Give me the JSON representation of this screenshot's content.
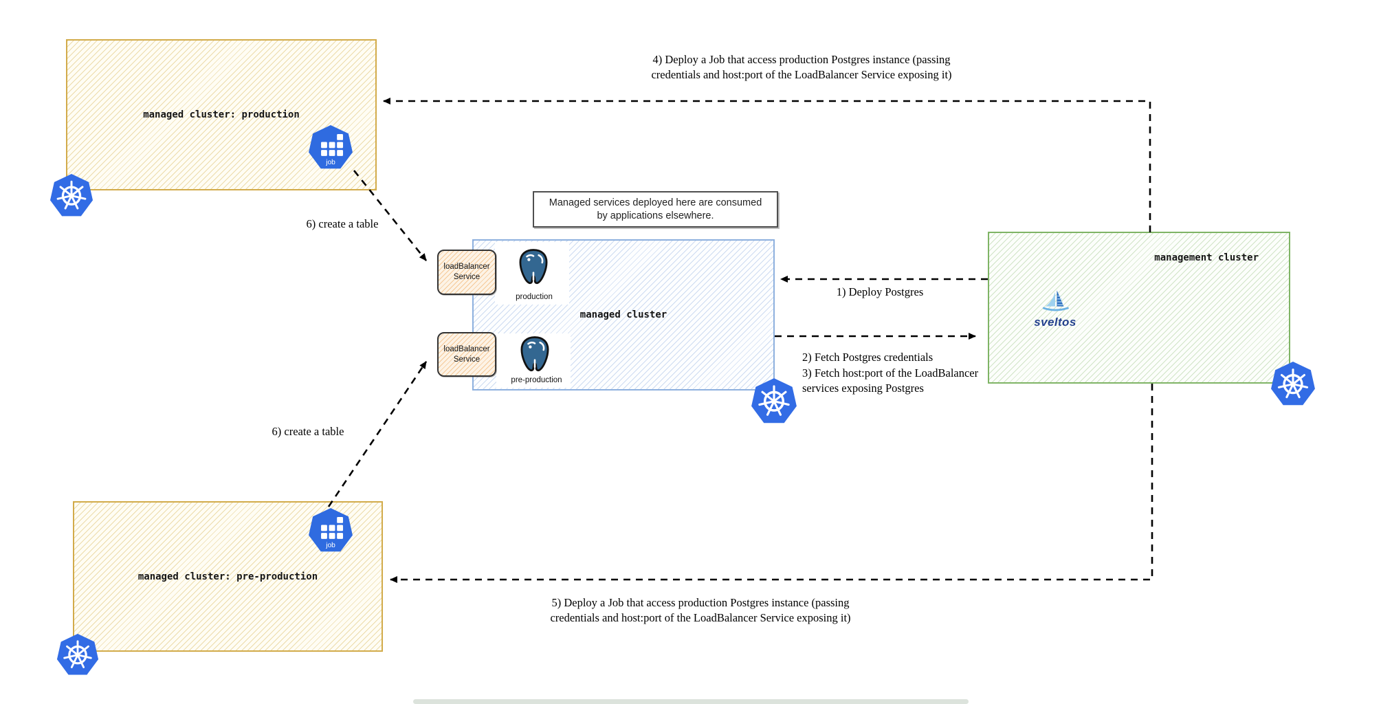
{
  "diagram": {
    "clusters": {
      "production": {
        "title": "managed cluster: production"
      },
      "pre_production": {
        "title": "managed cluster: pre-production"
      },
      "managed": {
        "title": "managed cluster"
      },
      "management": {
        "title": "management cluster"
      }
    },
    "note": {
      "line1": "Managed services deployed here are consumed",
      "line2": "by applications elsewhere."
    },
    "postgres_instances": [
      {
        "label": "production"
      },
      {
        "label": "pre-production"
      }
    ],
    "load_balancers": [
      {
        "line1": "loadBalancer",
        "line2": "Service"
      },
      {
        "line1": "loadBalancer",
        "line2": "Service"
      }
    ],
    "job_icons": [
      {
        "label": "job"
      },
      {
        "label": "job"
      }
    ],
    "sveltos": {
      "label": "sveltos"
    },
    "steps": {
      "step1": "1) Deploy Postgres",
      "step2": "2) Fetch Postgres credentials",
      "step3_line1": "3) Fetch host:port of the LoadBalancer",
      "step3_line2": "services exposing Postgres",
      "step4_line1": "4) Deploy a Job that access production Postgres instance (passing",
      "step4_line2": "credentials and host:port of the LoadBalancer Service exposing it)",
      "step5_line1": "5) Deploy a Job that access production Postgres instance (passing",
      "step5_line2": "credentials and host:port of the LoadBalancer Service exposing it)",
      "step6_top": "6) create a table",
      "step6_bottom": "6) create a table"
    },
    "colors": {
      "k8s_blue": "#326ce5",
      "job_blue": "#2f6be0",
      "postgres_blue": "#336791",
      "yellow_border": "#d2ab4a",
      "blue_border": "#8db0de",
      "green_border": "#7fb465",
      "lb_fill_line": "#eea656",
      "sveltos_text": "#24418e"
    }
  }
}
